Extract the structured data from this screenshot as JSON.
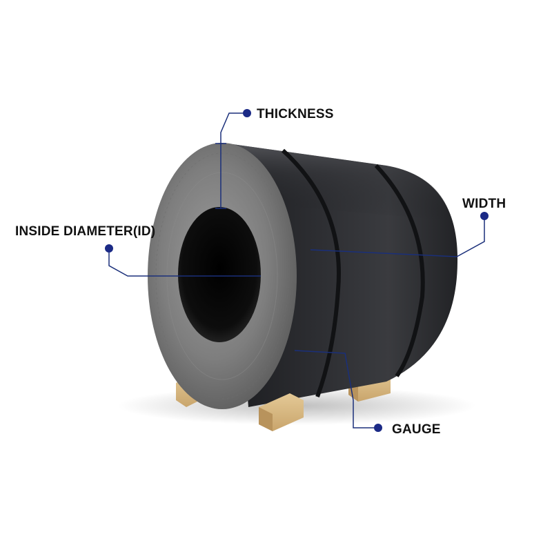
{
  "callouts": {
    "thickness": {
      "label": "THICKNESS"
    },
    "inside_diameter": {
      "label": "INSIDE DIAMETER(ID)"
    },
    "width": {
      "label": "WIDTH"
    },
    "gauge": {
      "label": "GAUGE"
    }
  },
  "colors": {
    "leader_line": "#1a2f7a",
    "leader_dot": "#1b2a86",
    "label_text": "#111111",
    "coil_body": "#26272a",
    "coil_face": "#8a8a8a",
    "pallet_wood": "#d8b986"
  }
}
